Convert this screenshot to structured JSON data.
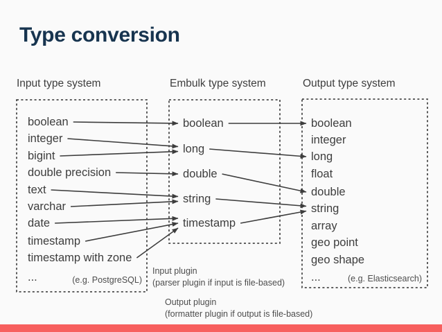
{
  "title": "Type conversion",
  "colors": {
    "accent_bar": "#f75f5e",
    "title": "#17344f",
    "text": "#3d3d3d",
    "dashed_border": "#4a4a4a",
    "arrow": "#3d3d3d",
    "background": "#fafafa"
  },
  "columns": [
    {
      "id": "input",
      "header": "Input type system",
      "items": [
        "boolean",
        "integer",
        "bigint",
        "double precision",
        "text",
        "varchar",
        "date",
        "timestamp",
        "timestamp with zone",
        "..."
      ],
      "footnote": "(e.g. PostgreSQL)"
    },
    {
      "id": "embulk",
      "header": "Embulk type system",
      "items": [
        "boolean",
        "long",
        "double",
        "string",
        "timestamp"
      ]
    },
    {
      "id": "output",
      "header": "Output type system",
      "items": [
        "boolean",
        "integer",
        "long",
        "float",
        "double",
        "string",
        "array",
        "geo point",
        "geo shape",
        "..."
      ],
      "footnote": "(e.g. Elasticsearch)"
    }
  ],
  "annotations": [
    {
      "id": "input-plugin",
      "lines": [
        "Input plugin",
        "(parser plugin if input is file-based)"
      ]
    },
    {
      "id": "output-plugin",
      "lines": [
        "Output plugin",
        "(formatter plugin if output is file-based)"
      ]
    }
  ],
  "connections": [
    {
      "from": "input.boolean",
      "to": "embulk.boolean"
    },
    {
      "from": "input.integer",
      "to": "embulk.long"
    },
    {
      "from": "input.bigint",
      "to": "embulk.long"
    },
    {
      "from": "input.double precision",
      "to": "embulk.double"
    },
    {
      "from": "input.text",
      "to": "embulk.string"
    },
    {
      "from": "input.varchar",
      "to": "embulk.string"
    },
    {
      "from": "input.date",
      "to": "embulk.timestamp"
    },
    {
      "from": "input.timestamp",
      "to": "embulk.timestamp"
    },
    {
      "from": "input.timestamp with zone",
      "to": "embulk.timestamp"
    },
    {
      "from": "embulk.boolean",
      "to": "output.boolean"
    },
    {
      "from": "embulk.long",
      "to": "output.long"
    },
    {
      "from": "embulk.double",
      "to": "output.double"
    },
    {
      "from": "embulk.string",
      "to": "output.string"
    },
    {
      "from": "embulk.timestamp",
      "to": "output.string"
    }
  ]
}
